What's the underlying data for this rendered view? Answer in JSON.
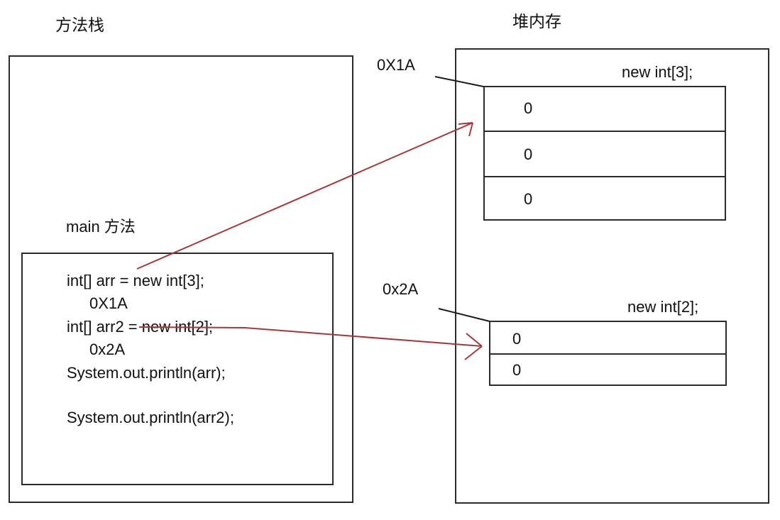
{
  "diagram": {
    "title_stack": "方法栈",
    "title_heap": "堆内存",
    "stack": {
      "frame_label": "main 方法",
      "code_lines": [
        "int[] arr = new int[3];",
        "0X1A",
        "int[] arr2 = new int[2];",
        "0x2A",
        "System.out.println(arr);",
        "System.out.println(arr2);"
      ]
    },
    "heap": {
      "arrays": [
        {
          "address": "0X1A",
          "title": "new int[3];",
          "cells": [
            "0",
            "0",
            "0"
          ]
        },
        {
          "address": "0x2A",
          "title": "new int[2];",
          "cells": [
            "0",
            "0"
          ]
        }
      ]
    },
    "colors": {
      "reference_arrow": "#a03a3a",
      "pointer_line": "#1a1a1a",
      "box_border": "#2b2b2b",
      "text": "#111111",
      "background": "#ffffff"
    }
  }
}
